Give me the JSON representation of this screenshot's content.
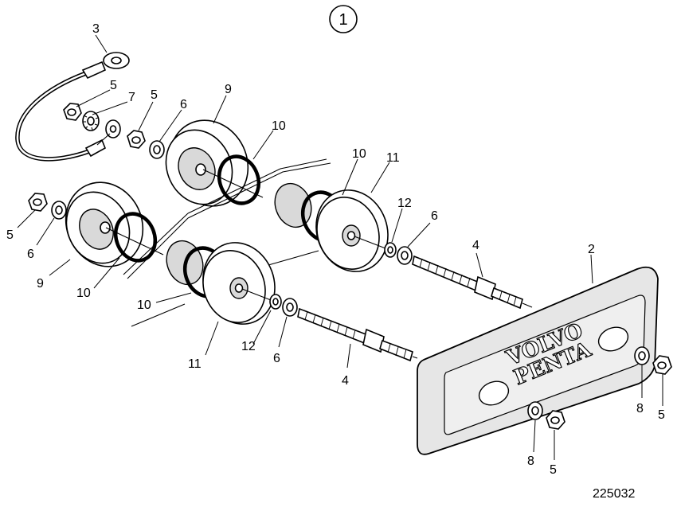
{
  "figure_number": "1",
  "reference_number": "225032",
  "brand_logo": [
    "VOLVO",
    "PENTA"
  ],
  "labels": [
    {
      "id": "lbl-3",
      "text": "3"
    },
    {
      "id": "lbl-5a",
      "text": "5"
    },
    {
      "id": "lbl-7",
      "text": "7"
    },
    {
      "id": "lbl-5b",
      "text": "5"
    },
    {
      "id": "lbl-6a",
      "text": "6"
    },
    {
      "id": "lbl-9a",
      "text": "9"
    },
    {
      "id": "lbl-10a",
      "text": "10"
    },
    {
      "id": "lbl-10b",
      "text": "10"
    },
    {
      "id": "lbl-11a",
      "text": "11"
    },
    {
      "id": "lbl-12a",
      "text": "12"
    },
    {
      "id": "lbl-6b",
      "text": "6"
    },
    {
      "id": "lbl-4a",
      "text": "4"
    },
    {
      "id": "lbl-2",
      "text": "2"
    },
    {
      "id": "lbl-5c",
      "text": "5"
    },
    {
      "id": "lbl-6c",
      "text": "6"
    },
    {
      "id": "lbl-9b",
      "text": "9"
    },
    {
      "id": "lbl-10c",
      "text": "10"
    },
    {
      "id": "lbl-10d",
      "text": "10"
    },
    {
      "id": "lbl-11b",
      "text": "11"
    },
    {
      "id": "lbl-12b",
      "text": "12"
    },
    {
      "id": "lbl-6d",
      "text": "6"
    },
    {
      "id": "lbl-4b",
      "text": "4"
    },
    {
      "id": "lbl-8a",
      "text": "8"
    },
    {
      "id": "lbl-5d",
      "text": "5"
    },
    {
      "id": "lbl-8b",
      "text": "8"
    },
    {
      "id": "lbl-5e",
      "text": "5"
    }
  ]
}
